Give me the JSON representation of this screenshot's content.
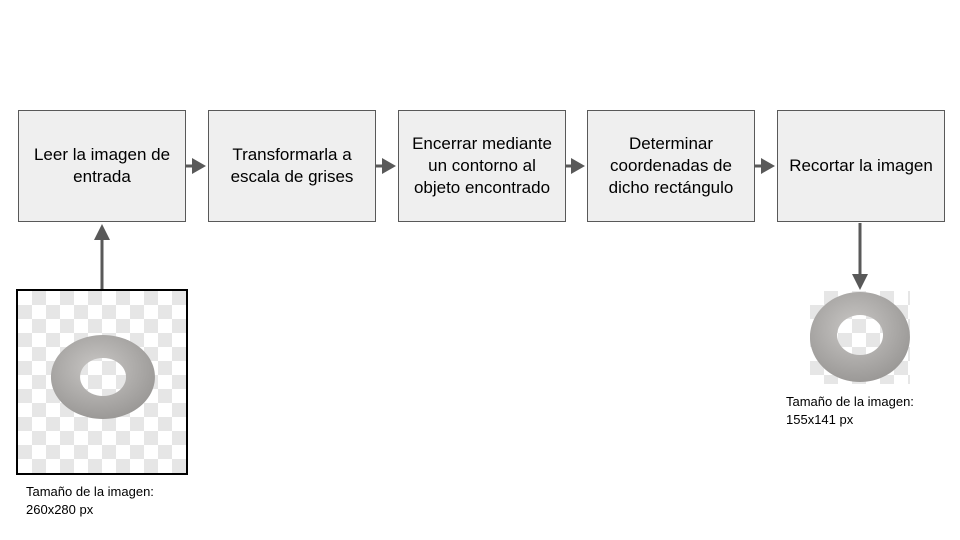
{
  "steps": [
    {
      "label": "Leer la imagen de entrada"
    },
    {
      "label": "Transformarla a escala de grises"
    },
    {
      "label": "Encerrar mediante un contorno al objeto encontrado"
    },
    {
      "label": "Determinar coordenadas de dicho rectángulo"
    },
    {
      "label": "Recortar la imagen"
    }
  ],
  "input_image": {
    "caption_line1": "Tamaño de la imagen:",
    "caption_line2": "260x280 px"
  },
  "output_image": {
    "caption_line1": "Tamaño de la imagen:",
    "caption_line2": "155x141 px"
  },
  "colors": {
    "box_fill": "#efefef",
    "box_border": "#595959",
    "arrow": "#595959",
    "washer": "#a8a6a4"
  }
}
